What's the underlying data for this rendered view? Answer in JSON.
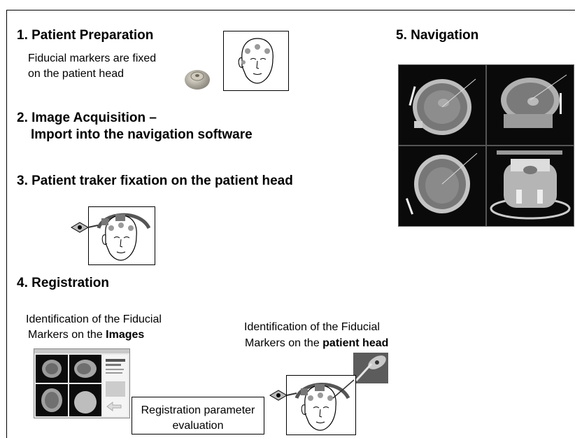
{
  "steps": {
    "step1": {
      "title": "1. Patient Preparation",
      "line1": "Fiducial markers are fixed",
      "line2": "on the patient head"
    },
    "step2": {
      "line1": "2. Image Acquisition –",
      "line2": "Import into the navigation software"
    },
    "step3": {
      "title": "3. Patient traker fixation on the patient head"
    },
    "step4": {
      "title": "4. Registration",
      "left_line1": "Identification of the Fiducial",
      "left_line2_prefix": "Markers on the ",
      "left_line2_bold": "Images",
      "right_line1": "Identification of the Fiducial",
      "right_line2_prefix": "Markers on the ",
      "right_line2_bold": "patient head",
      "param_line1": "Registration parameter",
      "param_line2": "evaluation"
    },
    "step5": {
      "title": "5. Navigation"
    }
  },
  "icons": [
    "head-with-markers-icon",
    "fiducial-marker-icon",
    "tracker-arrow-icon",
    "tracked-pointer-icon"
  ],
  "colors": {
    "marker": "#9a9a9a",
    "scan_bg": "#0a0a0a",
    "tissue": "#8a8a8a"
  }
}
